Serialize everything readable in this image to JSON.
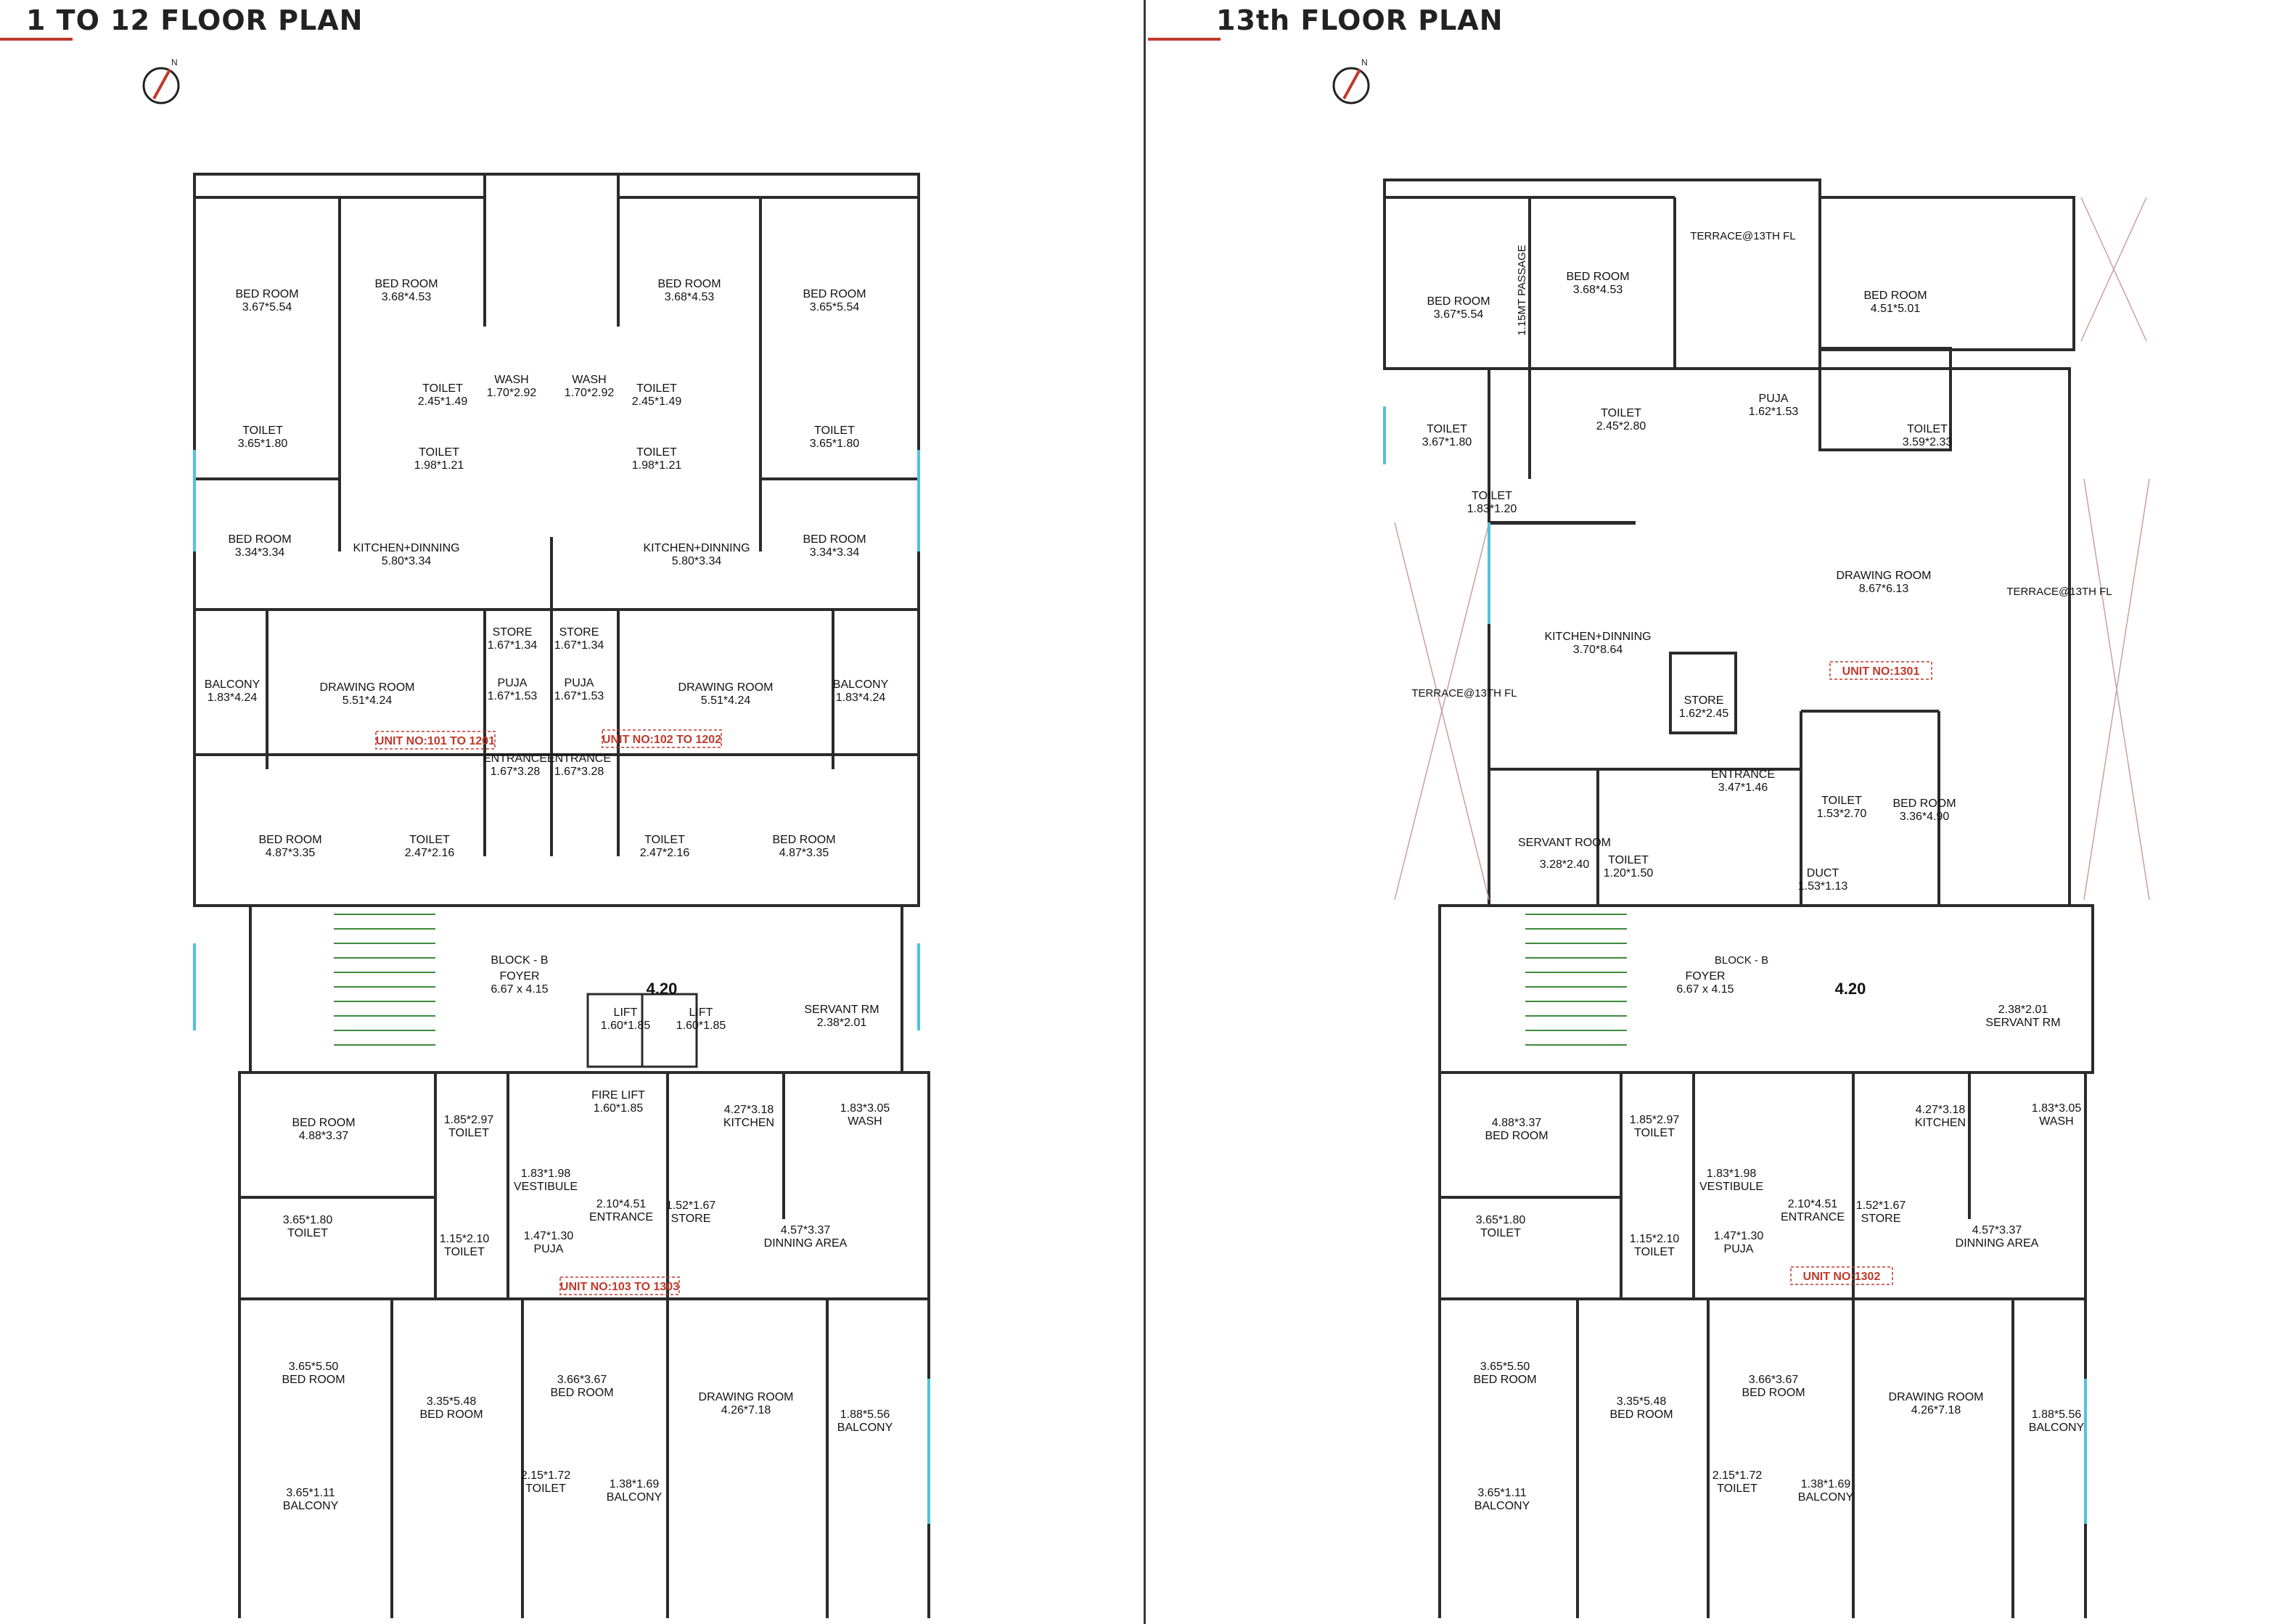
{
  "sheets": [
    {
      "title": "1 TO 12 FLOOR PLAN",
      "north_label": "N",
      "units": [
        "UNIT NO:101 TO 1201",
        "UNIT NO:102 TO 1202",
        "UNIT NO:103 TO 1303"
      ],
      "block": "BLOCK - B",
      "lift_width": "4.20",
      "rooms": [
        {
          "name": "BED ROOM",
          "size": "3.67*5.54"
        },
        {
          "name": "BED ROOM",
          "size": "3.68*4.53"
        },
        {
          "name": "BED ROOM",
          "size": "3.68*4.53"
        },
        {
          "name": "BED ROOM",
          "size": "3.65*5.54"
        },
        {
          "name": "WASH",
          "size": "1.70*2.92"
        },
        {
          "name": "WASH",
          "size": "1.70*2.92"
        },
        {
          "name": "TOILET",
          "size": "2.45*1.49"
        },
        {
          "name": "TOILET",
          "size": "2.45*1.49"
        },
        {
          "name": "TOILET",
          "size": "3.65*1.80"
        },
        {
          "name": "TOILET",
          "size": "3.65*1.80"
        },
        {
          "name": "TOILET",
          "size": "1.98*1.21"
        },
        {
          "name": "TOILET",
          "size": "1.98*1.21"
        },
        {
          "name": "BED ROOM",
          "size": "3.34*3.34"
        },
        {
          "name": "KITCHEN+DINNING",
          "size": "5.80*3.34"
        },
        {
          "name": "KITCHEN+DINNING",
          "size": "5.80*3.34"
        },
        {
          "name": "BED ROOM",
          "size": "3.34*3.34"
        },
        {
          "name": "STORE",
          "size": "1.67*1.34"
        },
        {
          "name": "STORE",
          "size": "1.67*1.34"
        },
        {
          "name": "PUJA",
          "size": "1.67*1.53"
        },
        {
          "name": "PUJA",
          "size": "1.67*1.53"
        },
        {
          "name": "BALCONY",
          "size": "1.83*4.24"
        },
        {
          "name": "DRAWING ROOM",
          "size": "5.51*4.24"
        },
        {
          "name": "DRAWING ROOM",
          "size": "5.51*4.24"
        },
        {
          "name": "BALCONY",
          "size": "1.83*4.24"
        },
        {
          "name": "ENTRANCE",
          "size": "1.67*3.28"
        },
        {
          "name": "ENTRANCE",
          "size": "1.67*3.28"
        },
        {
          "name": "BED ROOM",
          "size": "4.87*3.35"
        },
        {
          "name": "TOILET",
          "size": "2.47*2.16"
        },
        {
          "name": "TOILET",
          "size": "2.47*2.16"
        },
        {
          "name": "BED ROOM",
          "size": "4.87*3.35"
        },
        {
          "name": "FOYER",
          "size": "6.67 x 4.15"
        },
        {
          "name": "LIFT",
          "size": "1.60*1.85"
        },
        {
          "name": "LIFT",
          "size": "1.60*1.85"
        },
        {
          "name": "FIRE LIFT",
          "size": "1.60*1.85"
        },
        {
          "name": "SERVANT RM",
          "size": "2.38*2.01"
        },
        {
          "name": "BED ROOM",
          "size": "4.88*3.37"
        },
        {
          "name": "TOILET",
          "size": "1.85*2.97"
        },
        {
          "name": "VESTIBULE",
          "size": "1.83*1.98"
        },
        {
          "name": "KITCHEN",
          "size": "4.27*3.18"
        },
        {
          "name": "WASH",
          "size": "1.83*3.05"
        },
        {
          "name": "TOILET",
          "size": "3.65*1.80"
        },
        {
          "name": "TOILET",
          "size": "1.15*2.10"
        },
        {
          "name": "PUJA",
          "size": "1.47*1.30"
        },
        {
          "name": "ENTRANCE",
          "size": "2.10*4.51"
        },
        {
          "name": "STORE",
          "size": "1.52*1.67"
        },
        {
          "name": "DINNING AREA",
          "size": "4.57*3.37"
        },
        {
          "name": "BED ROOM",
          "size": "3.65*5.50"
        },
        {
          "name": "BED ROOM",
          "size": "3.35*5.48"
        },
        {
          "name": "BED ROOM",
          "size": "3.66*3.67"
        },
        {
          "name": "DRAWING ROOM",
          "size": "4.26*7.18"
        },
        {
          "name": "BALCONY",
          "size": "1.88*5.56"
        },
        {
          "name": "TOILET",
          "size": "2.15*1.72"
        },
        {
          "name": "BALCONY",
          "size": "1.38*1.69"
        },
        {
          "name": "BALCONY",
          "size": "3.65*1.11"
        }
      ]
    },
    {
      "title": "13th FLOOR PLAN",
      "north_label": "N",
      "units": [
        "UNIT NO:1301",
        "UNIT NO:1302"
      ],
      "block": "BLOCK - B",
      "lift_width": "4.20",
      "terrace_label": "TERRACE@13TH FL",
      "passage": "1.15MT PASSAGE",
      "rooms": [
        {
          "name": "BED ROOM",
          "size": "3.67*5.54"
        },
        {
          "name": "BED ROOM",
          "size": "3.68*4.53"
        },
        {
          "name": "BED ROOM",
          "size": "4.51*5.01"
        },
        {
          "name": "TOILET",
          "size": "3.67*1.80"
        },
        {
          "name": "TOILET",
          "size": "2.45*2.80"
        },
        {
          "name": "PUJA",
          "size": "1.62*1.53"
        },
        {
          "name": "TOILET",
          "size": "3.59*2.33"
        },
        {
          "name": "TOILET",
          "size": "1.83*1.20"
        },
        {
          "name": "DRAWING ROOM",
          "size": "8.67*6.13"
        },
        {
          "name": "KITCHEN+DINNING",
          "size": "3.70*8.64"
        },
        {
          "name": "STORE",
          "size": "1.62*2.45"
        },
        {
          "name": "ENTRANCE",
          "size": "3.47*1.46"
        },
        {
          "name": "TOILET",
          "size": "1.53*2.70"
        },
        {
          "name": "BED ROOM",
          "size": "3.36*4.90"
        },
        {
          "name": "SERVANT ROOM",
          "size": "3.28*2.40"
        },
        {
          "name": "TOILET",
          "size": "1.20*1.50"
        },
        {
          "name": "DUCT",
          "size": "1.53*1.13"
        },
        {
          "name": "FOYER",
          "size": "6.67 x 4.15"
        },
        {
          "name": "SERVANT RM",
          "size": "2.38*2.01"
        },
        {
          "name": "BED ROOM",
          "size": "4.88*3.37"
        },
        {
          "name": "TOILET",
          "size": "1.85*2.97"
        },
        {
          "name": "VESTIBULE",
          "size": "1.83*1.98"
        },
        {
          "name": "KITCHEN",
          "size": "4.27*3.18"
        },
        {
          "name": "WASH",
          "size": "1.83*3.05"
        },
        {
          "name": "TOILET",
          "size": "3.65*1.80"
        },
        {
          "name": "TOILET",
          "size": "1.15*2.10"
        },
        {
          "name": "PUJA",
          "size": "1.47*1.30"
        },
        {
          "name": "ENTRANCE",
          "size": "2.10*4.51"
        },
        {
          "name": "STORE",
          "size": "1.52*1.67"
        },
        {
          "name": "DINNING AREA",
          "size": "4.57*3.37"
        },
        {
          "name": "BED ROOM",
          "size": "3.65*5.50"
        },
        {
          "name": "BED ROOM",
          "size": "3.35*5.48"
        },
        {
          "name": "BED ROOM",
          "size": "3.66*3.67"
        },
        {
          "name": "DRAWING ROOM",
          "size": "4.26*7.18"
        },
        {
          "name": "BALCONY",
          "size": "1.88*5.56"
        },
        {
          "name": "TOILET",
          "size": "2.15*1.72"
        },
        {
          "name": "BALCONY",
          "size": "1.38*1.69"
        },
        {
          "name": "BALCONY",
          "size": "3.65*1.11"
        }
      ]
    }
  ],
  "colors": {
    "accent": "#c0392b",
    "wall": "#2b2b2b",
    "glass": "#4fc3d9",
    "unit_text": "#c0392b"
  }
}
